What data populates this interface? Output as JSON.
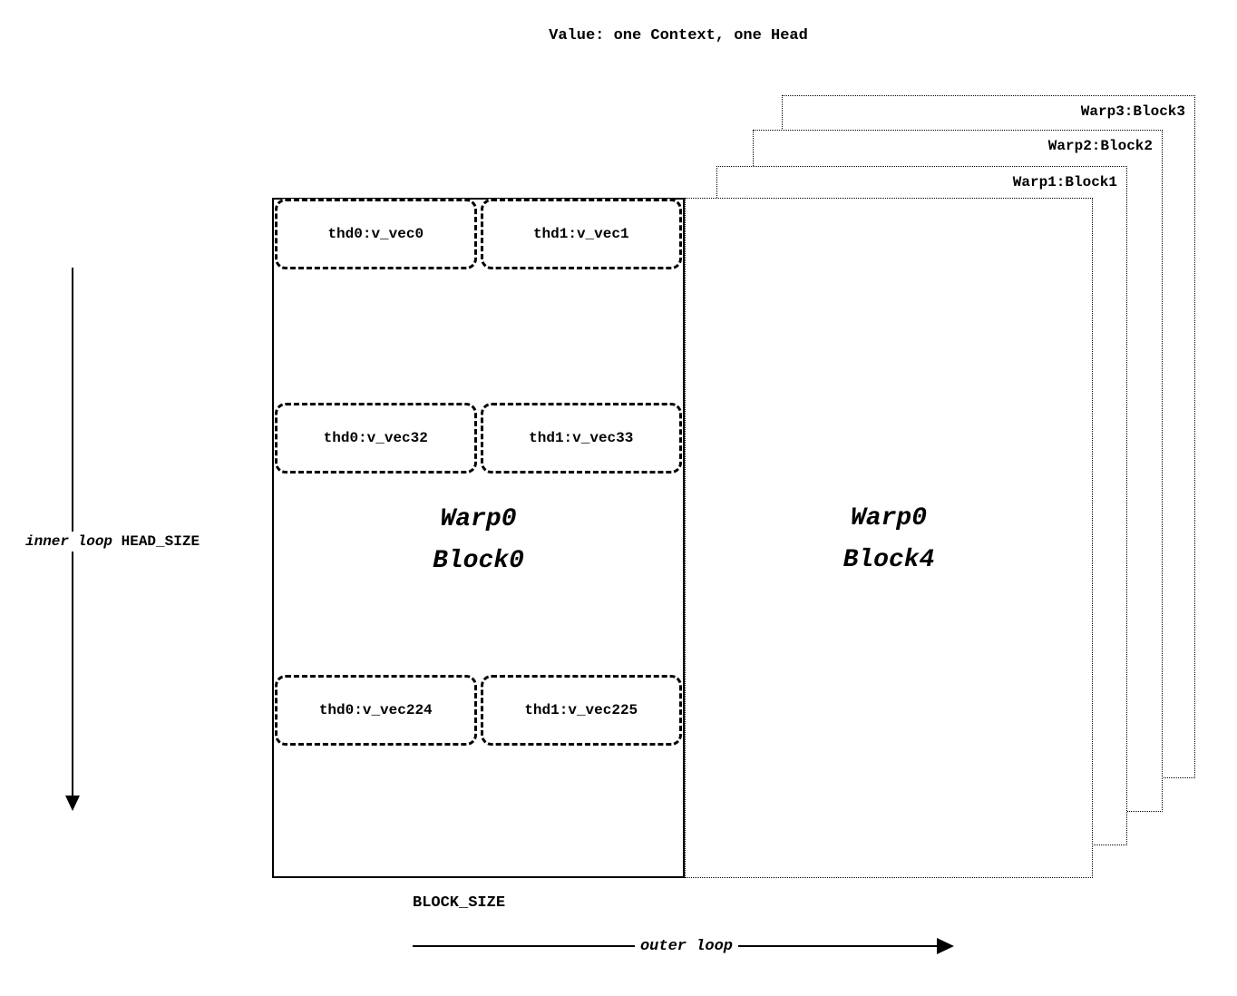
{
  "title": "Value: one Context, one Head",
  "back_blocks": [
    {
      "label": "Warp3:Block3"
    },
    {
      "label": "Warp2:Block2"
    },
    {
      "label": "Warp1:Block1"
    }
  ],
  "block4": {
    "line1": "Warp0",
    "line2": "Block4"
  },
  "block0": {
    "line1": "Warp0",
    "line2": "Block0",
    "rows": [
      {
        "cells": [
          "thd0:v_vec0",
          "thd1:v_vec1"
        ]
      },
      {
        "cells": [
          "thd0:v_vec32",
          "thd1:v_vec33"
        ]
      },
      {
        "cells": [
          "thd0:v_vec224",
          "thd1:v_vec225"
        ]
      }
    ]
  },
  "labels": {
    "inner_loop": "inner loop",
    "head_size": "HEAD_SIZE",
    "block_size": "BLOCK_SIZE",
    "outer_loop": "outer loop"
  },
  "colors": {
    "ink": "#000000",
    "background": "#ffffff"
  }
}
